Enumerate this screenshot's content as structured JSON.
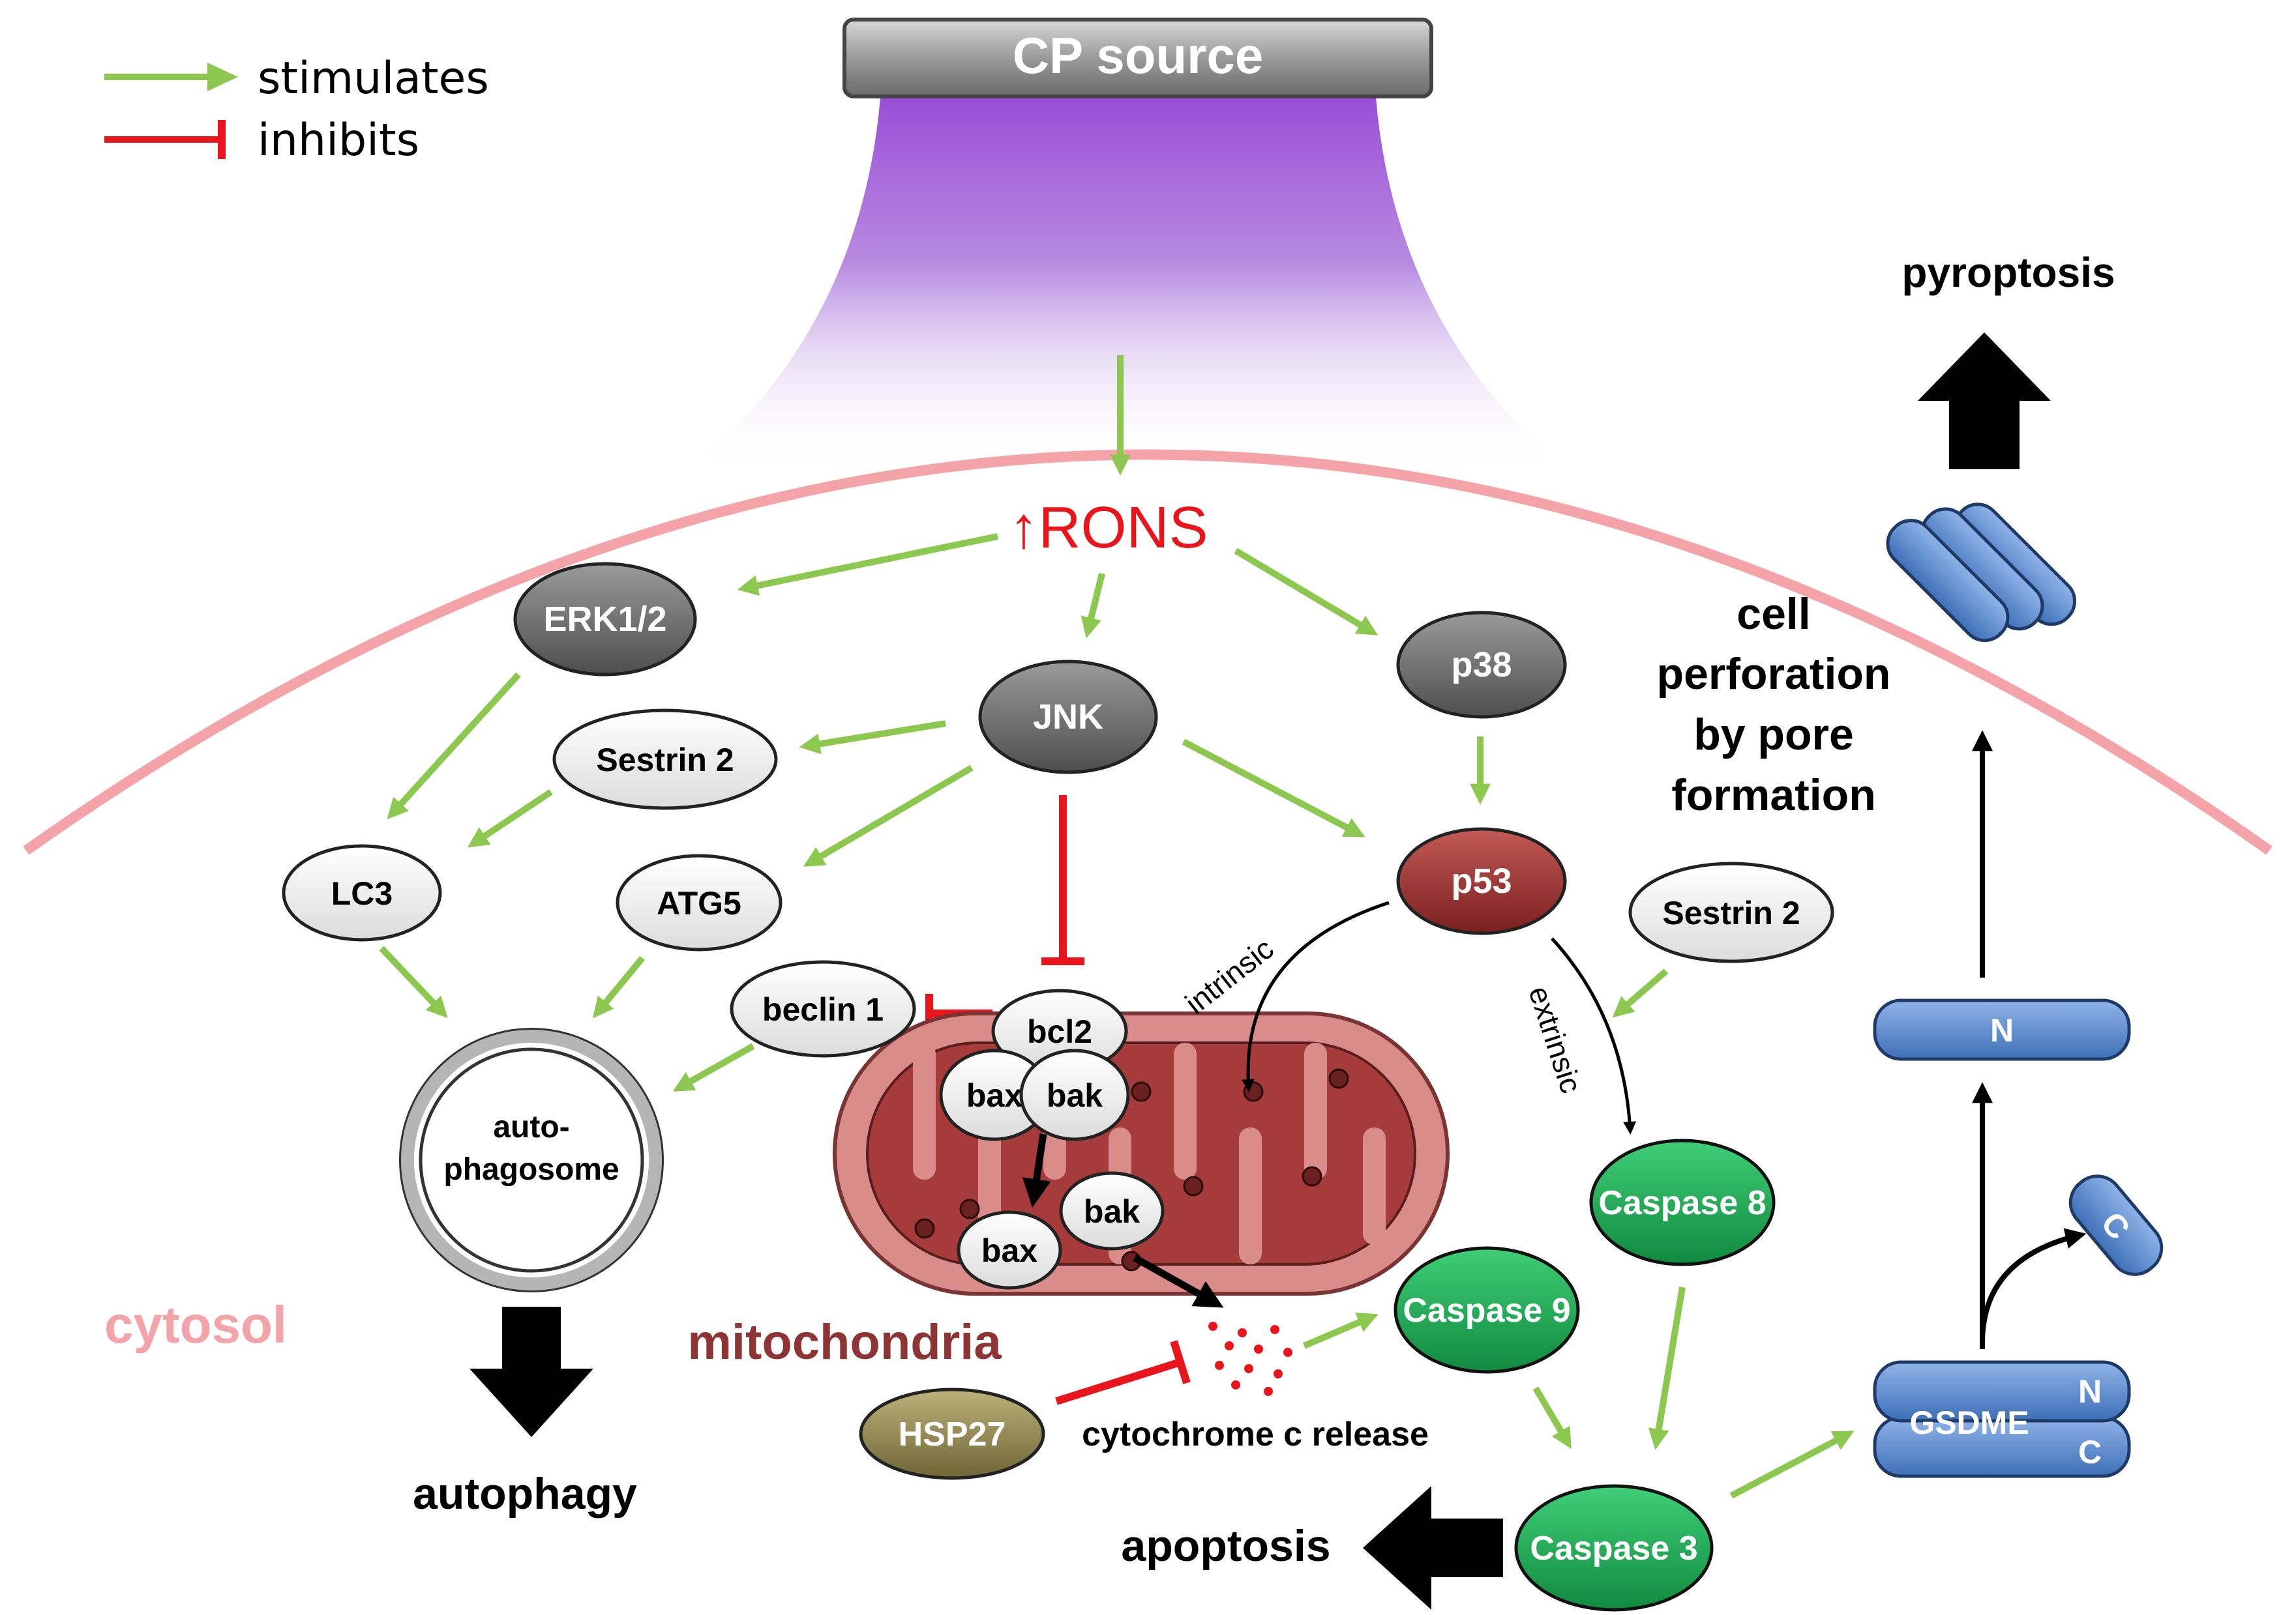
{
  "legend": {
    "stimulates": "stimulates",
    "inhibits": "inhibits"
  },
  "source": {
    "label": "CP source"
  },
  "rons": "↑RONS",
  "nodes": {
    "erk": "ERK1/2",
    "jnk": "JNK",
    "p38": "p38",
    "p53": "p53",
    "sestrin_left": "Sestrin 2",
    "sestrin_right": "Sestrin 2",
    "lc3": "LC3",
    "atg5": "ATG5",
    "beclin": "beclin 1",
    "bcl2": "bcl2",
    "bax_top": "bax",
    "bak_top": "bak",
    "bax_bottom": "bax",
    "bak_bottom": "bak",
    "caspase8": "Caspase 8",
    "caspase9": "Caspase 9",
    "caspase3": "Caspase 3",
    "hsp27": "HSP27",
    "gsdme": "GSDME",
    "gsdme_n": "N",
    "gsdme_c": "C",
    "n_fragment": "N",
    "c_fragment": "C"
  },
  "autophagosome": {
    "line1": "auto-",
    "line2": "phagosome"
  },
  "labels": {
    "intrinsic": "intrinsic",
    "extrinsic": "extrinsic",
    "cytosol": "cytosol",
    "mitochondria": "mitochondria",
    "cytochrome": "cytochrome c release",
    "autophagy": "autophagy",
    "apoptosis": "apoptosis",
    "pyroptosis": "pyroptosis",
    "perforation": [
      "cell",
      "perforation",
      "by pore",
      "formation"
    ]
  },
  "colors": {
    "stimulate": "#8cc850",
    "inhibit": "#e8161c",
    "membrane": "#f4a3a8",
    "rons": "#e8161c",
    "cytosol": "#f4a3a8",
    "mitochondria": "#8f3434",
    "caspase": "#1b9e4e",
    "gsdme": "#5b8fd1",
    "kinase": "#6b6b6b",
    "p53": "#8e2a2a",
    "hsp27": "#8f8450"
  }
}
